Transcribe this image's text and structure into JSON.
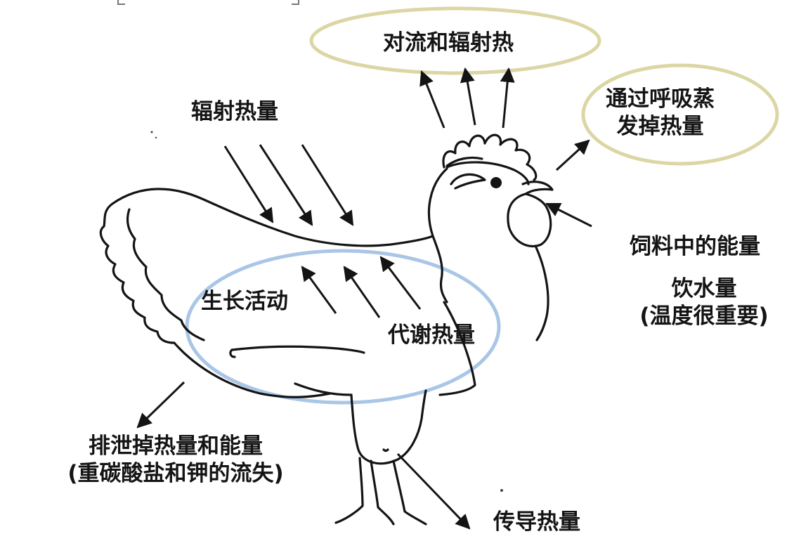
{
  "colors": {
    "ink": "#141414",
    "oval_yellow": "#dcd6a4",
    "oval_blue": "#a9c6e6",
    "background": "#ffffff"
  },
  "labels": {
    "convection_radiation": "对流和辐射热",
    "respiration": [
      "通过呼吸蒸",
      "发掉热量"
    ],
    "radiant_heat": "辐射热量",
    "feed_energy": "饲料中的能量",
    "water_intake": [
      "饮水量",
      "(温度很重要)"
    ],
    "growth": "生长活动",
    "metabolic_heat": "代谢热量",
    "excretion": [
      "排泄掉热量和能量",
      "(重碳酸盐和钾的流失)"
    ],
    "conduction": "传导热量"
  }
}
